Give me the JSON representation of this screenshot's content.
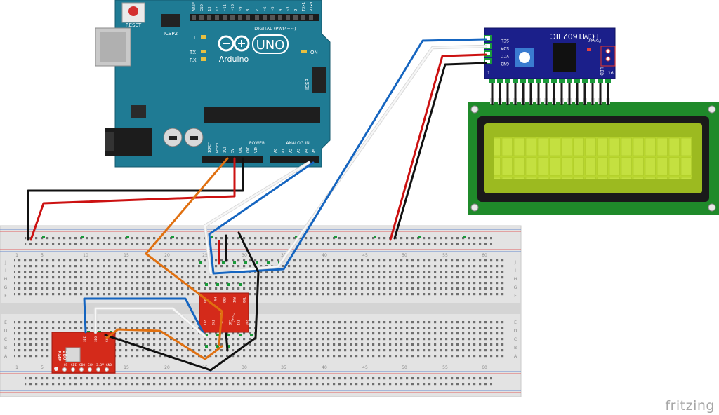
{
  "arduino": {
    "model": "UNO",
    "brand": "Arduino",
    "reset_label": "RESET",
    "icsp2_label": "ICSP2",
    "icsp_label": "ICSP",
    "digital_label": "DIGITAL (PWM=~)",
    "led_l": "L",
    "led_tx": "TX",
    "led_rx": "RX",
    "on_label": "ON",
    "power_label": "POWER",
    "analog_label": "ANALOG IN",
    "digital_pins": [
      "AREF",
      "GND",
      "13",
      "12",
      "~11",
      "~10",
      "~9",
      "8",
      "7",
      "~6",
      "~5",
      "4",
      "~3",
      "2",
      "TX▸1",
      "RX◂0"
    ],
    "power_pins": [
      "IOREF",
      "RESET",
      "3V3",
      "5V",
      "GND",
      "GND",
      "VIN"
    ],
    "analog_pins": [
      "A0",
      "A1",
      "A2",
      "A3",
      "A4",
      "A5"
    ]
  },
  "i2c_backpack": {
    "title": "LCM1602 IIC",
    "pins": [
      "SCL",
      "SDA",
      "VCC",
      "GND"
    ],
    "power_label": "Power",
    "led_label": "LED",
    "pin_first": "1",
    "pin_last": "16"
  },
  "sensor": {
    "name_line1": "BME",
    "name_line2": "280",
    "top_pins": [
      "SDI",
      "SDO",
      "SCK"
    ],
    "bottom_pins": [
      "~CS",
      "SDI",
      "SDO",
      "SCK",
      "3.3V",
      "GND"
    ]
  },
  "level_shifter": {
    "top_pins": [
      "TXO",
      "HV",
      "GND",
      "RXI",
      "TXO"
    ],
    "bottom_pins": [
      "RXI",
      "TXO",
      "LV",
      "GND",
      "TXI",
      "RXO"
    ],
    "channel1": "Chan1",
    "channel2": "Chan2"
  },
  "breadboard": {
    "column_numbers": [
      "1",
      "5",
      "10",
      "15",
      "20",
      "25",
      "30",
      "35",
      "40",
      "45",
      "50",
      "55",
      "60"
    ],
    "row_letters_top": [
      "J",
      "I",
      "H",
      "G",
      "F"
    ],
    "row_letters_bottom": [
      "E",
      "D",
      "C",
      "B",
      "A"
    ]
  },
  "colors": {
    "arduino_board": "#1f7b94",
    "breadboard": "#e6e6e6",
    "wire_blue": "#1565c0",
    "wire_white": "#f4f4f4",
    "wire_red": "#cc1111",
    "wire_black": "#111111",
    "wire_orange": "#e07010",
    "lcd_board": "#1f8a2a",
    "lcd_screen": "#b8d62e",
    "backpack": "#1b1f8a",
    "breakout_red": "#d42a1a"
  },
  "watermark": "fritzing"
}
